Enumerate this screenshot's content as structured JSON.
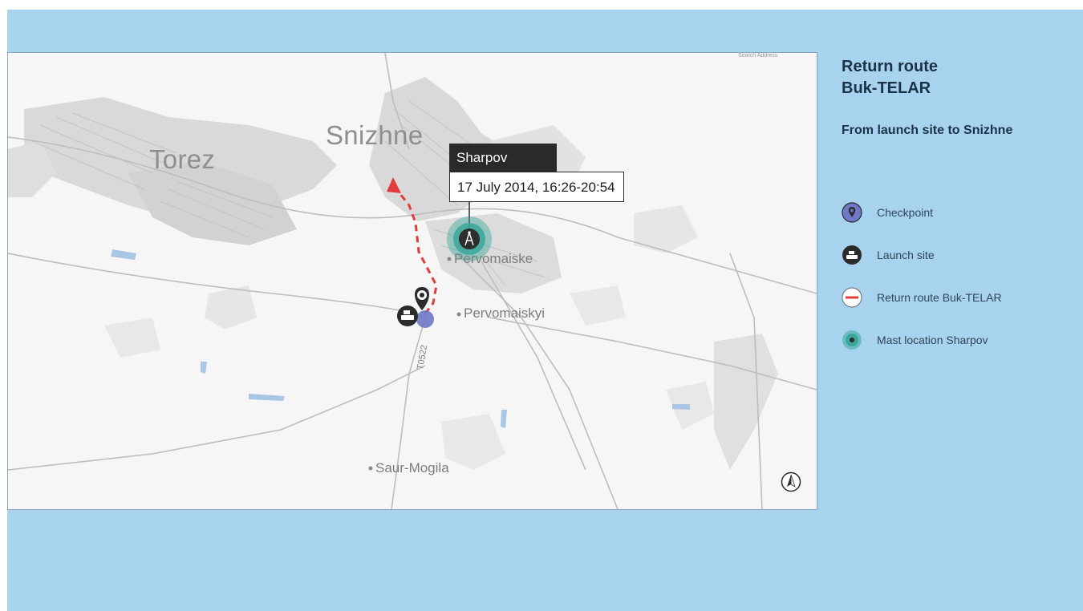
{
  "panel": {
    "title_line1": "Return route",
    "title_line2": "Buk-TELAR",
    "subtitle": "From launch site to Snizhne"
  },
  "legend": [
    {
      "icon": "checkpoint-icon",
      "label": "Checkpoint",
      "color": "#6f79c7"
    },
    {
      "icon": "launch-site-icon",
      "label": "Launch site",
      "color": "#2b2b2b"
    },
    {
      "icon": "route-line-icon",
      "label": "Return route Buk-TELAR",
      "color": "#e23b3b"
    },
    {
      "icon": "mast-icon",
      "label": "Mast location Sharpov",
      "color": "#3aa79a"
    }
  ],
  "map": {
    "towns_large": [
      "Torez",
      "Snizhne"
    ],
    "towns_small": [
      "Pervomaiske",
      "Pervomaiskyi",
      "Saur-Mogila"
    ],
    "road_label": "T0522",
    "search_hint": "Search Address",
    "tooltip": {
      "title": "Sharpov",
      "time": "17 July 2014, 16:26-20:54"
    },
    "compass": "north-arrow-icon"
  },
  "colors": {
    "background": "#a7d3ee",
    "route": "#e23b3b",
    "mast": "#3aa79a",
    "checkpoint": "#6f79c7",
    "panel_text": "#1b3348"
  }
}
